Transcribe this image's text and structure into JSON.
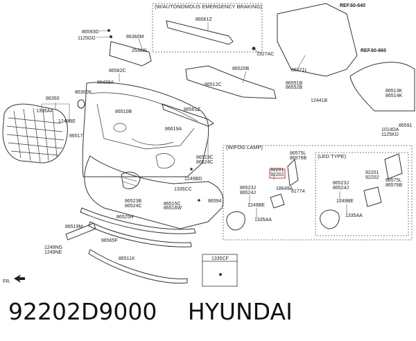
{
  "caption": {
    "part_number": "92202D9000",
    "brand": "HYUNDAI"
  },
  "sections": {
    "aeb_header": "(W/AUTONOMOUS EMERGENCY BRAKING)",
    "fog_header": "(W/FOG LAMP)",
    "led_header": "(LED TYPE)"
  },
  "refs": {
    "ref1": "REF.60-640",
    "ref2": "REF.60-660"
  },
  "labels": {
    "l86593D": "86593D",
    "l1125GD": "1125GD",
    "l86360M": "86360M",
    "l25388L": "25388L",
    "l86561Z_top": "86561Z",
    "l1327AC": "1327AC",
    "l86571L": "86571L",
    "l86520B": "86520B",
    "l86582C": "86582C",
    "l86438A": "86438A",
    "l86510B": "86510B",
    "l86512C": "86512C",
    "l86551B": "86551B",
    "l86552B": "86552B",
    "l12441B": "12441B",
    "l86513K": "86513K",
    "l86514K": "86514K",
    "l86350": "86350",
    "l86300K": "86300K",
    "l1335AA_a": "1335AA",
    "l1249BE_a": "1249BE",
    "l86561Z_mid": "86561Z",
    "l86619A": "86619A",
    "l86591": "86591",
    "l1014DA": "1014DA",
    "l1125KD": "1125KD",
    "l86517": "86517",
    "l86523C": "86523C",
    "l86524C": "86524C",
    "l1249BD": "1249BD",
    "l86575L_a": "86575L",
    "l86576B_a": "86576B",
    "l92201_a": "92201",
    "l92202_a": "92202",
    "l18649A": "18649A",
    "l81774": "81774",
    "l86523J_a": "86523J",
    "l86524J_a": "86524J",
    "l1249BE_b": "1249BE",
    "l1335AA_b": "1335AA",
    "l92201_b": "92201",
    "l92202_b": "92202",
    "l86575L_b": "86575L",
    "l86576B_b": "86576B",
    "l86523J_b": "86523J",
    "l86524J_b": "86524J",
    "l1249BE_c": "1249BE",
    "l1335AA_c": "1335AA",
    "l86523B": "86523B",
    "l86524C_b": "86524C",
    "l1335CC": "1335CC",
    "l86515C": "86515C",
    "l86516W": "86516W",
    "l86594": "86594",
    "l86525H": "86525H",
    "l86519M": "86519M",
    "l1249NG": "1249NG",
    "l1249NE": "1249NE",
    "l86565F": "86565F",
    "l86511K": "86511K",
    "l1335CF": "1335CF",
    "lFR": "FR."
  }
}
